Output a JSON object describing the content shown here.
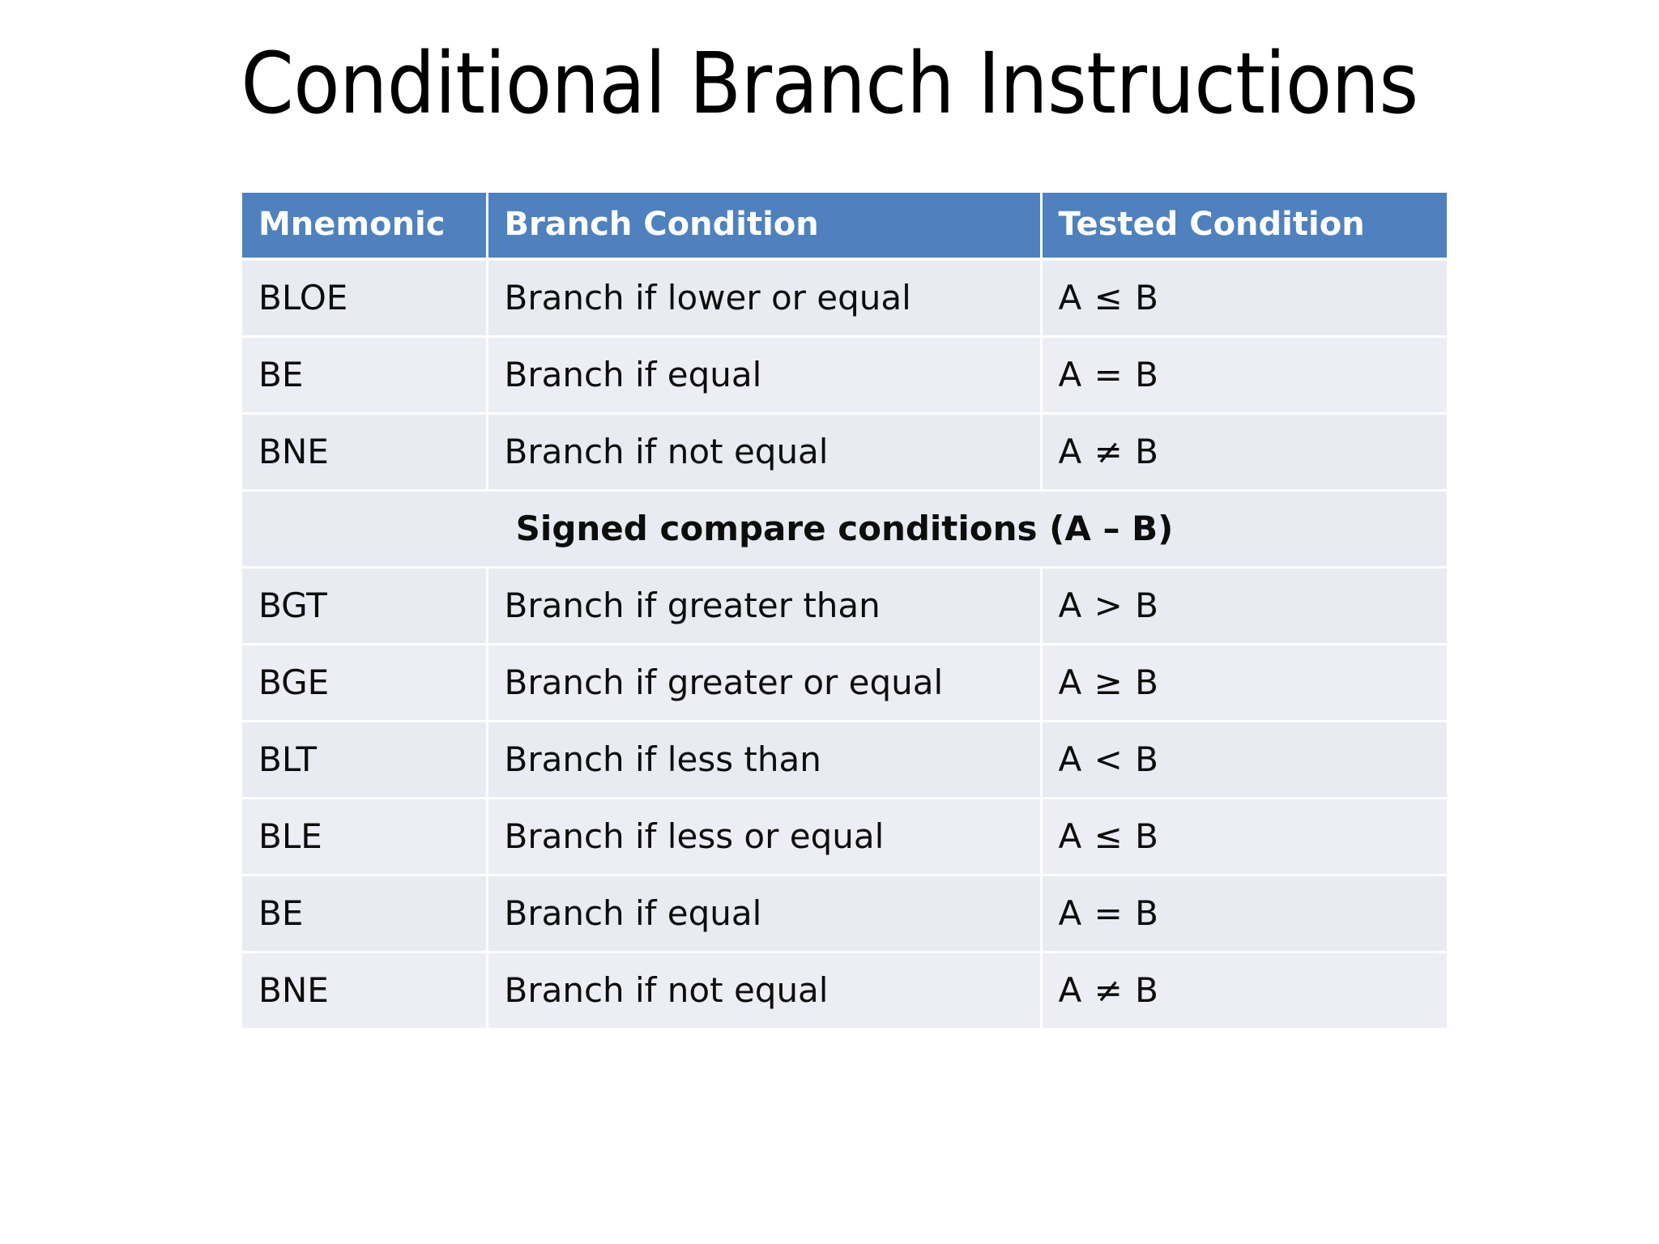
{
  "slide": {
    "title": "Conditional Branch Instructions",
    "background_color": "#FFFFFF"
  },
  "table": {
    "header_bg_color": "#4E81BD",
    "header_text_color": "#FFFFFF",
    "row_bg_color_odd": "#E9EBF3",
    "row_bg_color_even": "#EDEEF5",
    "columns": [
      "Mnemonic",
      "Branch Condition",
      "Tested Condition"
    ],
    "rows": [
      {
        "type": "data",
        "mnemonic": "BLOE",
        "condition": "Branch if lower or equal",
        "tested": "A ≤ B"
      },
      {
        "type": "data",
        "mnemonic": "BE",
        "condition": "Branch if equal",
        "tested": "A = B"
      },
      {
        "type": "data",
        "mnemonic": "BNE",
        "condition": "Branch if not equal",
        "tested": "A ≠ B"
      },
      {
        "type": "section",
        "label": "Signed compare conditions (A – B)"
      },
      {
        "type": "data",
        "mnemonic": "BGT",
        "condition": "Branch if greater than",
        "tested": "A > B"
      },
      {
        "type": "data",
        "mnemonic": "BGE",
        "condition": "Branch if greater or equal",
        "tested": "A ≥ B"
      },
      {
        "type": "data",
        "mnemonic": "BLT",
        "condition": "Branch if less than",
        "tested": "A < B"
      },
      {
        "type": "data",
        "mnemonic": "BLE",
        "condition": "Branch if less or equal",
        "tested": "A ≤ B"
      },
      {
        "type": "data",
        "mnemonic": "BE",
        "condition": "Branch if equal",
        "tested": "A = B"
      },
      {
        "type": "data",
        "mnemonic": "BNE",
        "condition": "Branch if not equal",
        "tested": "A ≠ B"
      }
    ]
  }
}
